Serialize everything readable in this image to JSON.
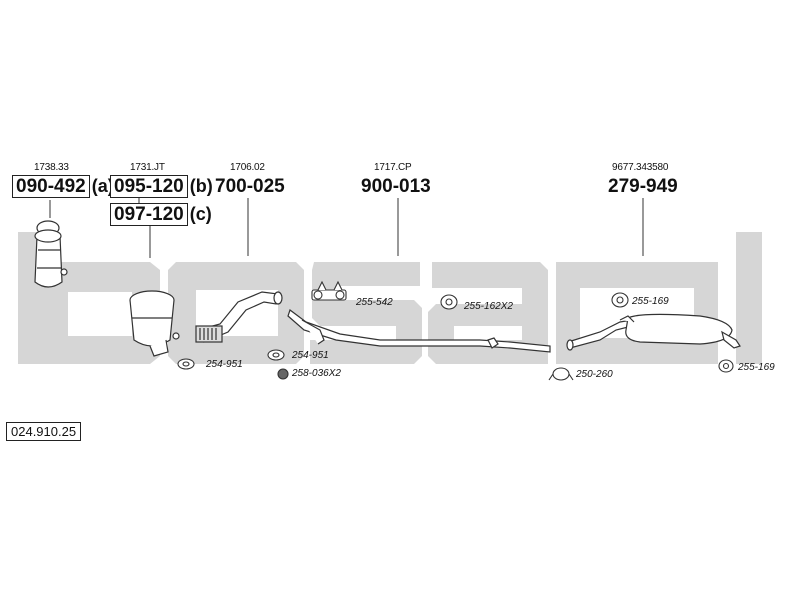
{
  "watermark": {
    "text": "bosal",
    "color": "#d3d3d3"
  },
  "parts": {
    "p1": {
      "ref": "1738.33",
      "number": "090-492",
      "suffix": "(a)"
    },
    "p2": {
      "ref": "1731.JT",
      "number": "095-120",
      "suffix": "(b)"
    },
    "p3": {
      "number": "097-120",
      "suffix": "(c)"
    },
    "p4": {
      "ref": "1706.02",
      "number": "700-025"
    },
    "p5": {
      "ref": "1717.CP",
      "number": "900-013"
    },
    "p6": {
      "ref": "9677.343580",
      "number": "279-949"
    }
  },
  "fittings": {
    "f1": "255-542",
    "f2": "255-162X2",
    "f3": "255-169",
    "f4": "254-951",
    "f5": "254-951",
    "f6": "258-036X2",
    "f7": "250-260",
    "f8": "255-169"
  },
  "diagram_code": "024.910.25"
}
